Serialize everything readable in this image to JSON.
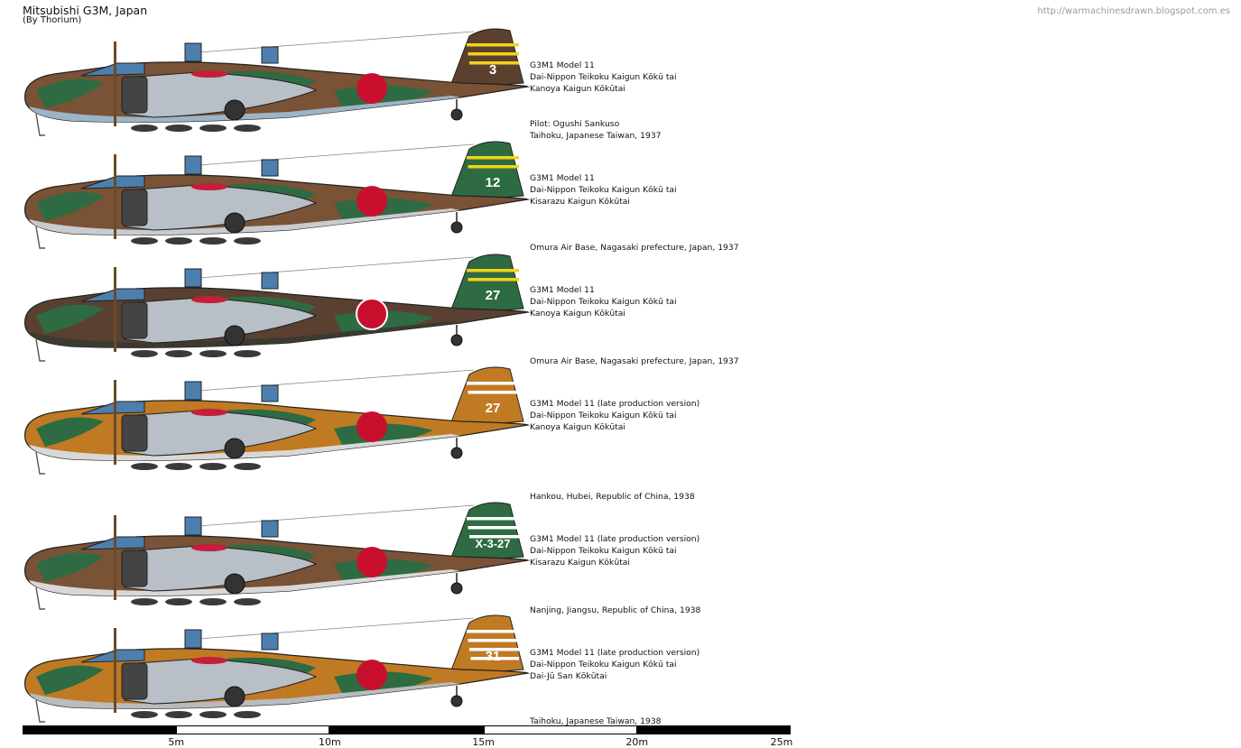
{
  "header": {
    "title": "Mitsubishi G3M, Japan",
    "byline": "(By Thorium)",
    "url": "http://warmachinesdrawn.blogspot.com.es"
  },
  "profiles": [
    {
      "tail_code": "3",
      "colors": {
        "base": "#7a5236",
        "camo": "#2e6b42",
        "under": "#9db4c6",
        "tail": "#5b4030",
        "stripe": "#f0d418"
      },
      "stripes": 3,
      "info": [
        "G3M1 Model 11",
        "Dai-Nippon Teikoku Kaigun Kōkū tai",
        "Kanoya Kaigun Kōkūtai"
      ],
      "pilot": [
        "Pilot: Ogushi Sankuso",
        "Taihoku, Japanese Taiwan, 1937"
      ]
    },
    {
      "tail_code": "12",
      "colors": {
        "base": "#7a5236",
        "camo": "#2e6b42",
        "under": "#c8cbcf",
        "tail": "#2e6b42",
        "stripe": "#f0d418"
      },
      "stripes": 2,
      "info": [
        "G3M1 Model 11",
        "Dai-Nippon Teikoku Kaigun Kōkū tai",
        "Kisarazu Kaigun Kōkūtai"
      ],
      "location": "Omura Air Base, Nagasaki prefecture, Japan, 1937"
    },
    {
      "tail_code": "27",
      "colors": {
        "base": "#5a4030",
        "camo": "#2e6b42",
        "under": "#3c3a30",
        "tail": "#2e6b42",
        "stripe": "#f0d418"
      },
      "stripes": 2,
      "info": [
        "G3M1 Model 11",
        "Dai-Nippon Teikoku Kaigun Kōkū tai",
        "Kanoya Kaigun Kōkūtai"
      ],
      "location": "Omura Air Base, Nagasaki prefecture, Japan, 1937"
    },
    {
      "tail_code": "27",
      "colors": {
        "base": "#c07a24",
        "camo": "#2e6b42",
        "under": "#d8d8d8",
        "tail": "#c07a24",
        "stripe": "#ffffff"
      },
      "stripes": 2,
      "info": [
        "G3M1 Model 11 (late production version)",
        "Dai-Nippon Teikoku Kaigun Kōkū tai",
        "Kanoya Kaigun Kōkūtai"
      ],
      "location": "Hankou, Hubei, Republic of China, 1938"
    },
    {
      "tail_code": "X-3-27",
      "colors": {
        "base": "#7a5236",
        "camo": "#2e6b42",
        "under": "#d8d8d8",
        "tail": "#2e6b42",
        "stripe": "#ffffff"
      },
      "stripes": 3,
      "info": [
        "G3M1 Model 11 (late production version)",
        "Dai-Nippon Teikoku Kaigun Kōkū tai",
        "Kisarazu Kaigun Kōkūtai"
      ],
      "location": "Nanjing, Jiangsu, Republic of China, 1938"
    },
    {
      "tail_code": "31",
      "colors": {
        "base": "#c07a24",
        "camo": "#2e6b42",
        "under": "#b8bcc0",
        "tail": "#c07a24",
        "stripe": "#ffffff"
      },
      "stripes": 4,
      "info": [
        "G3M1 Model 11 (late production version)",
        "Dai-Nippon Teikoku Kaigun Kōkū tai",
        "Dai-Jū San Kōkūtai"
      ],
      "location": "Taihoku, Japanese Taiwan, 1938"
    }
  ],
  "scale": {
    "labels": [
      "5m",
      "10m",
      "15m",
      "20m",
      "25m"
    ]
  }
}
